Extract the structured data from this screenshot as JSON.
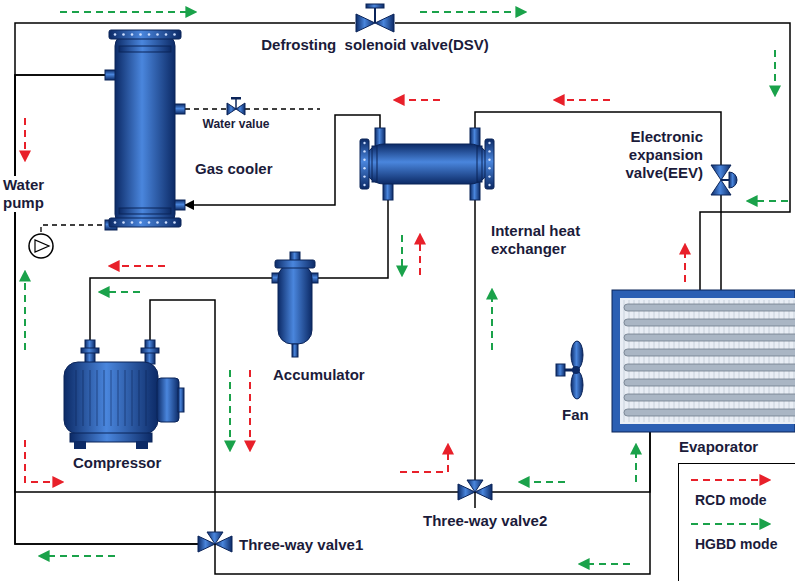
{
  "diagram": {
    "nodes": [
      {
        "text": [
          "Defrosting  solenoid valve(DSV)"
        ]
      },
      {
        "text": [
          "Gas cooler"
        ]
      },
      {
        "text": [
          "Water value"
        ]
      },
      {
        "text": [
          "Water pump"
        ]
      },
      {
        "text": [
          "Internal heat exchanger"
        ]
      },
      {
        "text": [
          "Electronic expansion valve(EEV)"
        ]
      },
      {
        "text": [
          "Accumulator"
        ]
      },
      {
        "text": [
          "Compressor"
        ]
      },
      {
        "text": [
          "Fan"
        ]
      },
      {
        "text": [
          "Evaporator"
        ]
      },
      {
        "text": [
          "Three-way valve2"
        ]
      },
      {
        "text": [
          "Three-way valve1"
        ]
      }
    ],
    "edges": [
      {
        "from": 7,
        "to": 11,
        "arrow": "none"
      },
      {
        "from": 11,
        "to": 1,
        "arrow": "none"
      },
      {
        "from": 11,
        "to": 0,
        "arrow": "none"
      },
      {
        "from": 4,
        "to": 1,
        "arrow": "to"
      },
      {
        "from": 4,
        "to": 5,
        "arrow": "none"
      },
      {
        "from": 5,
        "to": 9,
        "arrow": "none"
      },
      {
        "from": 0,
        "to": 9,
        "arrow": "none"
      },
      {
        "from": 9,
        "to": 10,
        "arrow": "none"
      },
      {
        "from": 10,
        "to": 4,
        "arrow": "none"
      },
      {
        "from": 9,
        "to": 11,
        "arrow": "none"
      },
      {
        "from": 10,
        "to": 1,
        "arrow": "none"
      },
      {
        "from": 4,
        "to": 6,
        "arrow": "none"
      },
      {
        "from": 6,
        "to": 7,
        "arrow": "none"
      },
      {
        "from": 1,
        "to": 2,
        "arrow": "none"
      },
      {
        "from": 3,
        "to": 1,
        "arrow": "none"
      }
    ],
    "legend": [
      {
        "text": "RCD mode"
      },
      {
        "text": "HGBD mode"
      }
    ]
  }
}
